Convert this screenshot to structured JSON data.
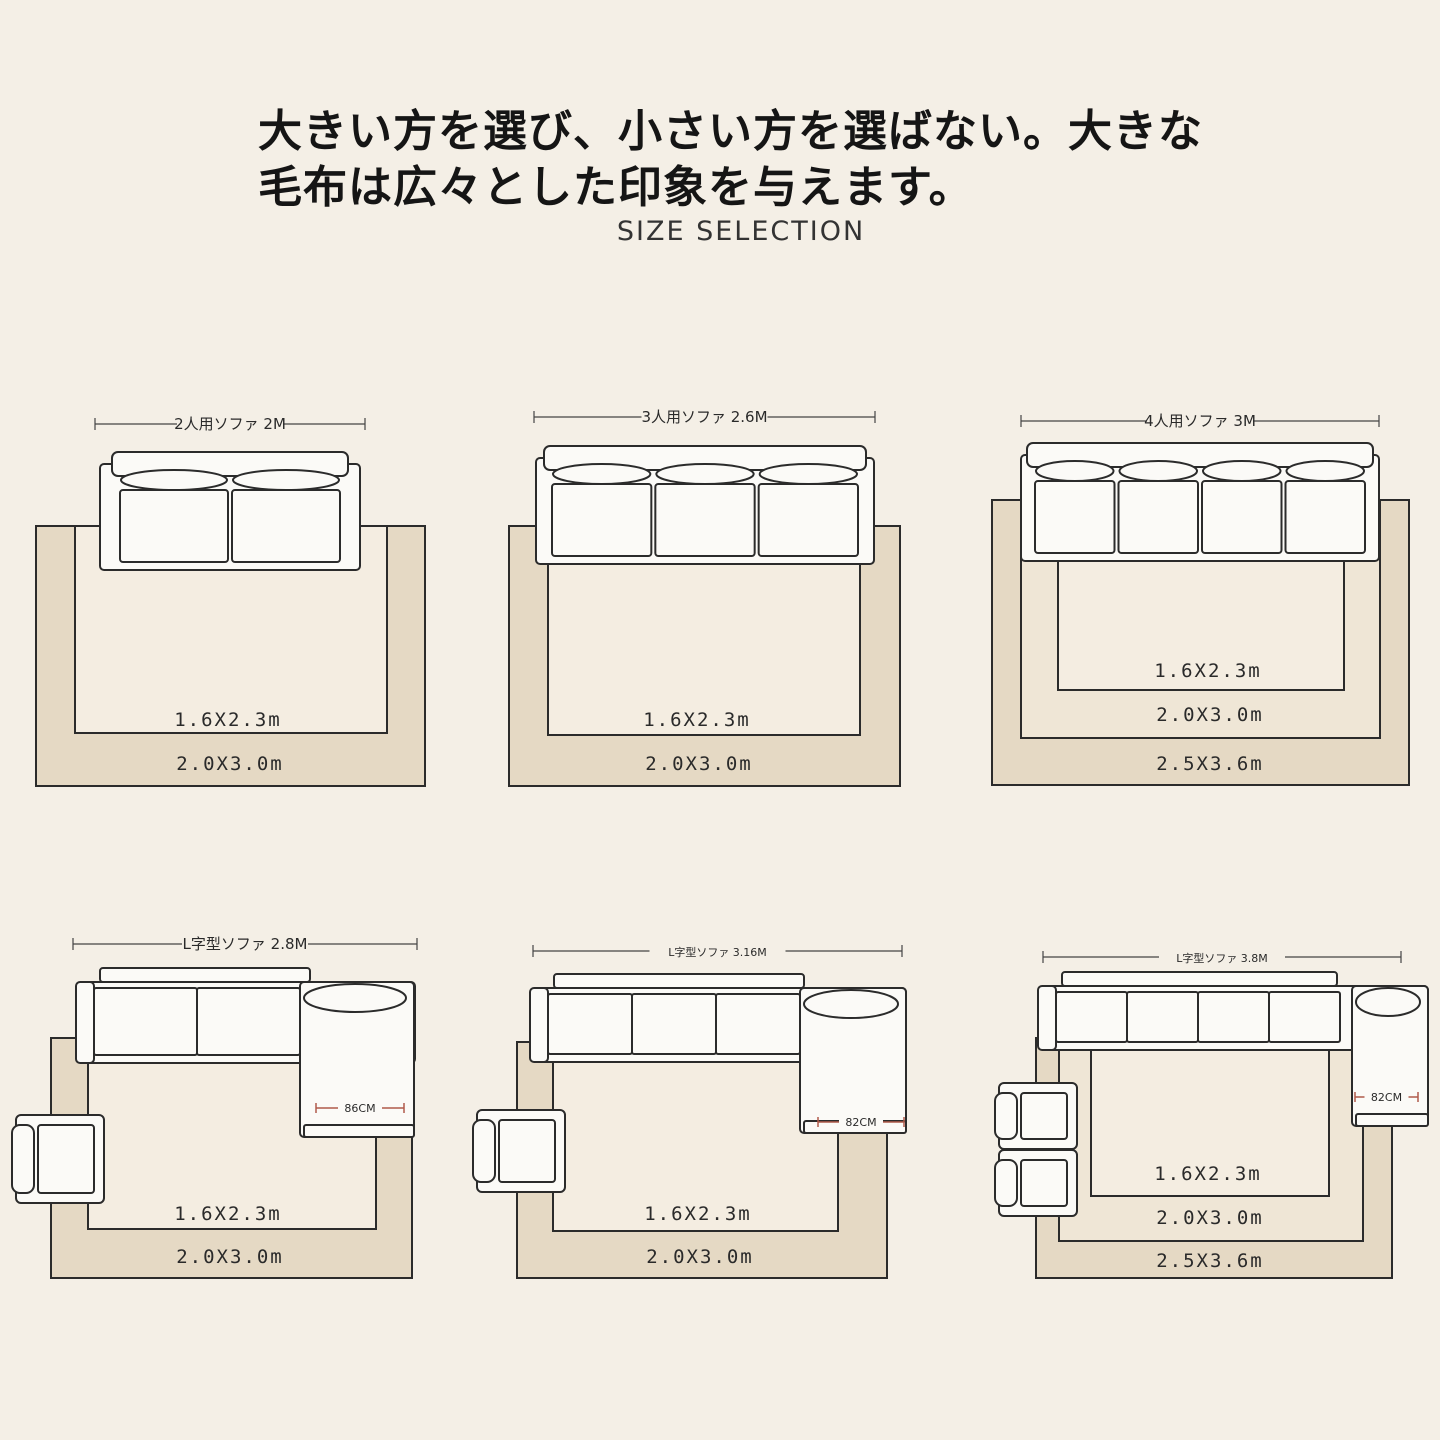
{
  "headline": {
    "line1": "大きい方を選び、小さい方を選ばない。大きな",
    "line2": "毛布は広々とした印象を与えます。"
  },
  "subtitle": "SIZE SELECTION",
  "colors": {
    "background": "#f4efe6",
    "outer_rug": "#e5d9c4",
    "middle_rug": "#efe6d6",
    "inner_rug": "#f4ede1",
    "line": "#2b2b2b",
    "furniture_fill": "#fbfaf7",
    "measure_accent": "#b05a4a"
  },
  "panels": [
    {
      "sofa_label": "2人用ソファ 2M",
      "rug_sizes": [
        "1.6X2.3m",
        "2.0X3.0m"
      ]
    },
    {
      "sofa_label": "3人用ソファ 2.6M",
      "rug_sizes": [
        "1.6X2.3m",
        "2.0X3.0m"
      ]
    },
    {
      "sofa_label": "4人用ソファ 3M",
      "rug_sizes": [
        "1.6X2.3m",
        "2.0X3.0m",
        "2.5X3.6m"
      ]
    },
    {
      "sofa_label": "L字型ソファ 2.8M",
      "chaise_width": "86CM",
      "rug_sizes": [
        "1.6X2.3m",
        "2.0X3.0m"
      ]
    },
    {
      "sofa_label": "L字型ソファ 3.16M",
      "chaise_width": "82CM",
      "rug_sizes": [
        "1.6X2.3m",
        "2.0X3.0m"
      ]
    },
    {
      "sofa_label": "L字型ソファ 3.8M",
      "chaise_width": "82CM",
      "rug_sizes": [
        "1.6X2.3m",
        "2.0X3.0m",
        "2.5X3.6m"
      ]
    }
  ]
}
